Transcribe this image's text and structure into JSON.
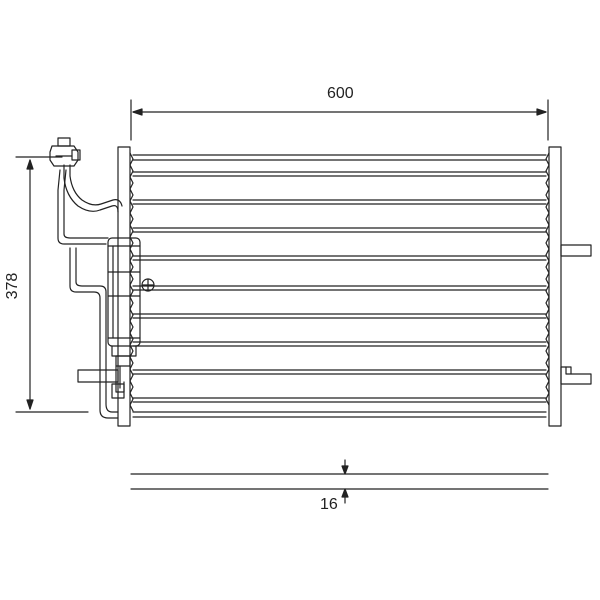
{
  "dimensions": {
    "width": "600",
    "height": "378",
    "depth": "16"
  },
  "colors": {
    "line": "#222222",
    "background": "#ffffff"
  }
}
